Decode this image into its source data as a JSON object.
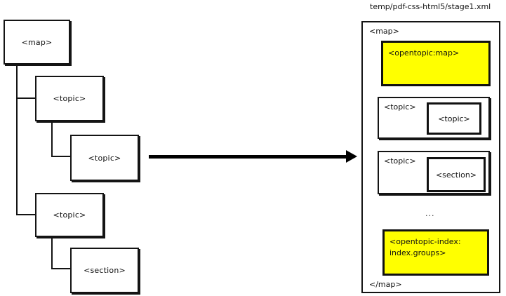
{
  "diagram": {
    "title": "temp/pdf-css-html5/stage1.xml",
    "arrow_label": "",
    "colors": {
      "highlight": "#ffff00",
      "stroke": "#141414",
      "background": "#ffffff"
    }
  },
  "source_tree": {
    "nodes": [
      {
        "id": "map",
        "label": "<map>"
      },
      {
        "id": "topic1",
        "label": "<topic>"
      },
      {
        "id": "topic2",
        "label": "<topic>"
      },
      {
        "id": "topic3",
        "label": "<topic>"
      },
      {
        "id": "section1",
        "label": "<section>"
      }
    ]
  },
  "result_panel": {
    "open_tag": "<map>",
    "close_tag": "</map>",
    "ellipsis": "...",
    "items": [
      {
        "kind": "highlight",
        "label": "<opentopic:map>"
      },
      {
        "kind": "group",
        "label": "<topic>",
        "child": "<topic>"
      },
      {
        "kind": "group",
        "label": "<topic>",
        "child": "<section>"
      },
      {
        "kind": "highlight",
        "label": "<opentopic-index:\nindex.groups>"
      }
    ]
  }
}
